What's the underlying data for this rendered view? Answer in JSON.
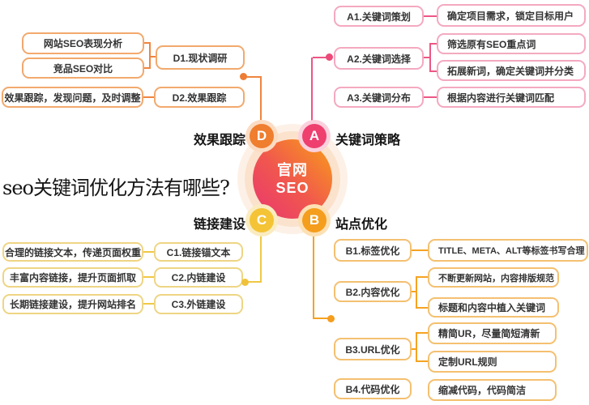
{
  "title": "seo关键词优化方法有哪些?",
  "center": {
    "line1": "官网",
    "line2": "SEO"
  },
  "colors": {
    "branch_a": "#ee3f6f",
    "branch_b": "#f59d1d",
    "branch_c": "#f4c436",
    "branch_d": "#ef7e2f",
    "center_gradient_start": "#f8991c",
    "center_gradient_end": "#ea3a6d"
  },
  "branches": {
    "a": {
      "letter": "A",
      "label": "关键词策略"
    },
    "b": {
      "letter": "B",
      "label": "站点优化"
    },
    "c": {
      "letter": "C",
      "label": "链接建设"
    },
    "d": {
      "letter": "D",
      "label": "效果跟踪"
    }
  },
  "boxes": {
    "a1": "A1.关键词策划",
    "a1_leaf": "确定项目需求，锁定目标用户",
    "a2": "A2.关键词选择",
    "a2_leaf1": "筛选原有SEO重点词",
    "a2_leaf2": "拓展新词，确定关键词并分类",
    "a3": "A3.关键词分布",
    "a3_leaf": "根据内容进行关键词匹配",
    "b1": "B1.标签优化",
    "b1_leaf": "TITLE、META、ALT等标签书写合理",
    "b2": "B2.内容优化",
    "b2_leaf1": "不断更新网站，内容排版规范",
    "b2_leaf2": "标题和内容中植入关键词",
    "b3": "B3.URL优化",
    "b3_leaf1": "精简UR，尽量简短清新",
    "b3_leaf2": "定制URL规则",
    "b4": "B4.代码优化",
    "b4_leaf": "缩减代码，代码简洁",
    "c1": "C1.链接锚文本",
    "c1_leaf": "合理的链接文本，传递页面权重",
    "c2": "C2.内链建设",
    "c2_leaf": "丰富内容链接，提升页面抓取",
    "c3": "C3.外链建设",
    "c3_leaf": "长期链接建设，提升网站排名",
    "d1": "D1.现状调研",
    "d1_leaf1": "网站SEO表现分析",
    "d1_leaf2": "竞品SEO对比",
    "d2": "D2.效果跟踪",
    "d2_leaf": "效果跟踪，发现问题，及时调整"
  }
}
